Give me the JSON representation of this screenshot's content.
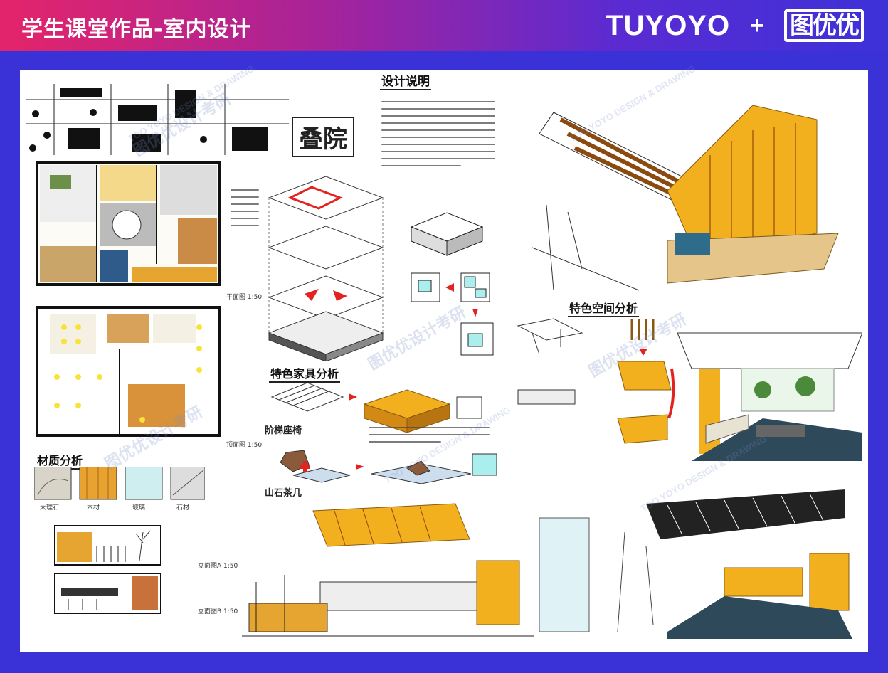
{
  "header": {
    "title": "学生课堂作品-室内设计",
    "brand_en": "TUYOYO",
    "brand_plus": "+",
    "brand_cn": "图优优"
  },
  "board": {
    "project_name": "叠院",
    "design_statement_title": "设计说明",
    "furniture_title": "特色家具分析",
    "space_title": "特色空间分析",
    "material_title": "材质分析",
    "seat_title": "阶梯座椅",
    "table_title": "山石茶几",
    "materials": [
      "大理石",
      "木材",
      "玻璃",
      "石材"
    ],
    "scale_labels": [
      "平面图 1:50",
      "顶面图 1:50",
      "立面图A 1:50",
      "立面图B 1:50"
    ]
  },
  "watermark": {
    "en": "TOO YOYO DESIGN & DRAWING",
    "cn": "图优优设计考研"
  },
  "colors": {
    "background": "#3a32d6",
    "header_start": "#e4246a",
    "header_end": "#3d31d8",
    "accent_wood": "#f2b01e",
    "accent_red": "#e3231f"
  }
}
